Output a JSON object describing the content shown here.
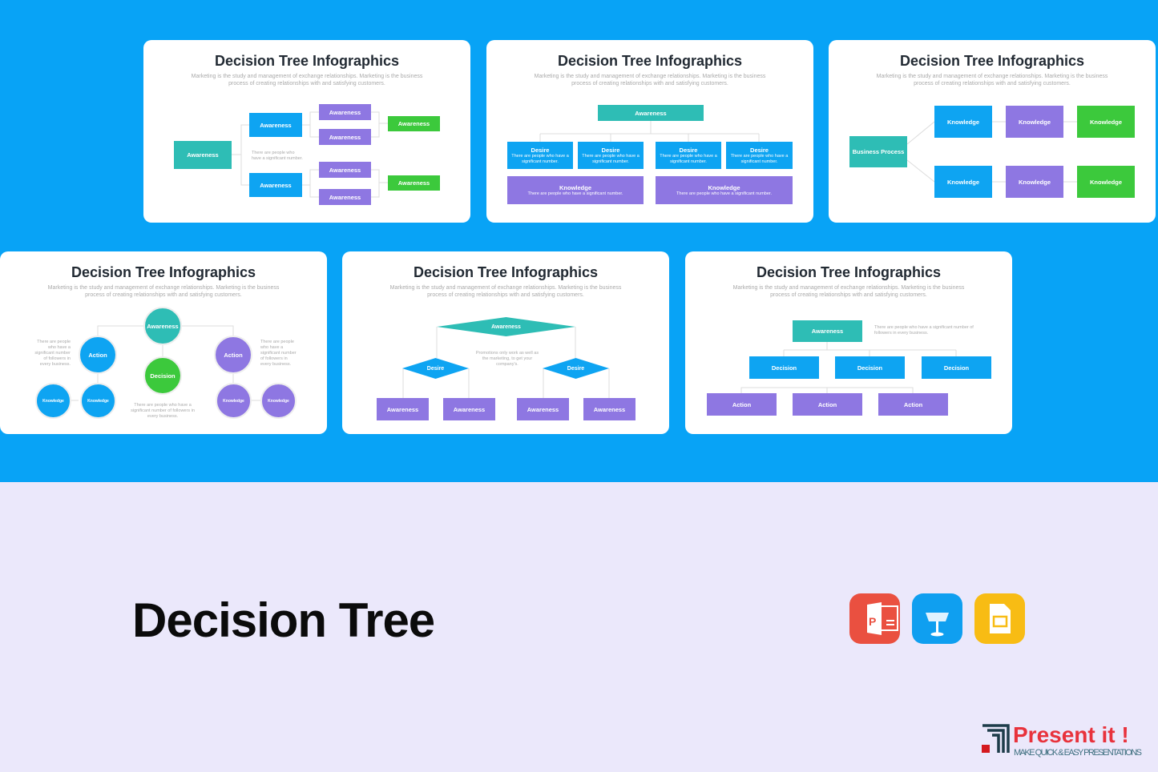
{
  "slide_title": "Decision Tree Infographics",
  "slide_subtitle": "Marketing is the study and management of exchange relationships. Marketing is the business process of creating relationships with and satisfying customers.",
  "s1": {
    "root": "Awareness",
    "mid": [
      "Awareness",
      "Awareness"
    ],
    "leaf": [
      "Awareness",
      "Awareness",
      "Awareness",
      "Awareness"
    ],
    "end": [
      "Awareness",
      "Awareness"
    ],
    "note": "There are people who have a significant number."
  },
  "s2": {
    "top": "Awareness",
    "desire": "Desire",
    "desire_text": "There are people who have a significant number.",
    "knowledge": "Knowledge",
    "knowledge_text": "There are people who have a significant number."
  },
  "s3": {
    "root": "Business Process",
    "node": "Knowledge"
  },
  "s4": {
    "awareness": "Awareness",
    "action": "Action",
    "decision": "Decision",
    "knowledge": "Knowledge",
    "side_note": "There are people who have a significant number of followers in every business.",
    "bottom_note": "There are people who have a significant number of followers in every business."
  },
  "s5": {
    "top": "Awareness",
    "desire": "Desire",
    "leaf": "Awareness",
    "note": "Promotions only work as well as the marketing, to get your company's."
  },
  "s6": {
    "top": "Awareness",
    "note": "There are people who have a significant number of followers in every business.",
    "decision": "Decision",
    "action": "Action"
  },
  "main_title": "Decision Tree",
  "apps": [
    "powerpoint-icon",
    "keynote-icon",
    "google-slides-icon"
  ],
  "brand": {
    "name": "Present it !",
    "tagline": "MAKE QUICK & EASY PRESENTATIONS"
  },
  "colors": {
    "background_top": "#08a3f6",
    "background_bottom": "#ebe8fb",
    "teal": "#2ebdb5",
    "blue": "#0ea4f2",
    "purple": "#8e77e2",
    "green": "#3cc93c",
    "brand_red": "#e8323c",
    "brand_dark": "#1d3c4a"
  }
}
